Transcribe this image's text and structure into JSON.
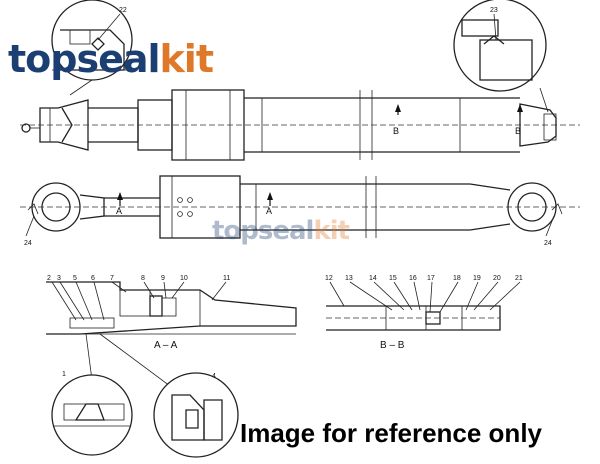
{
  "brand": {
    "name_part1": "topseal",
    "name_part2": "kit",
    "primary_color": "#1c3f73",
    "accent_color": "#e0782a"
  },
  "notice": "Image for reference only",
  "section_markers": {
    "a": "A",
    "b": "B"
  },
  "section_titles": {
    "aa": "A – A",
    "bb": "B – B"
  },
  "part_numbers": {
    "top_left_callout": "22",
    "top_right_callout": "23",
    "end_left": "24",
    "end_right": "24",
    "aa": [
      "2",
      "3",
      "5",
      "6",
      "7",
      "8",
      "9",
      "10",
      "11"
    ],
    "bb": [
      "12",
      "13",
      "14",
      "15",
      "16",
      "17",
      "18",
      "19",
      "20",
      "21"
    ],
    "detail_left": "1",
    "detail_right": "4"
  }
}
